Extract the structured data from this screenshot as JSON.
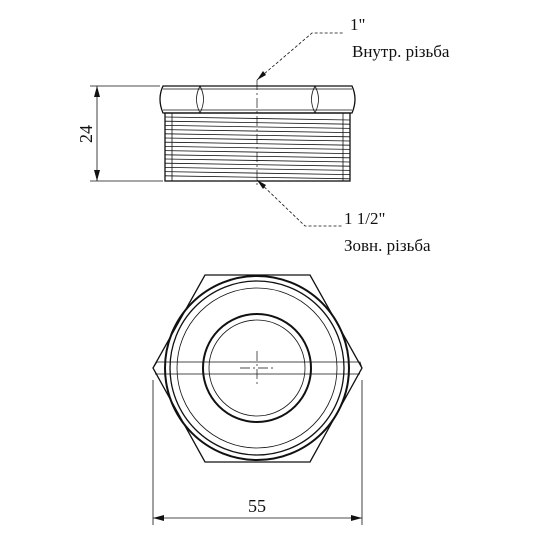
{
  "callouts": {
    "inner_thread": {
      "size": "1\"",
      "label": "Внутр. різьба"
    },
    "outer_thread": {
      "size": "1 1/2\"",
      "label": "Зовн. різьба"
    }
  },
  "dimensions": {
    "height": "24",
    "width": "55"
  }
}
